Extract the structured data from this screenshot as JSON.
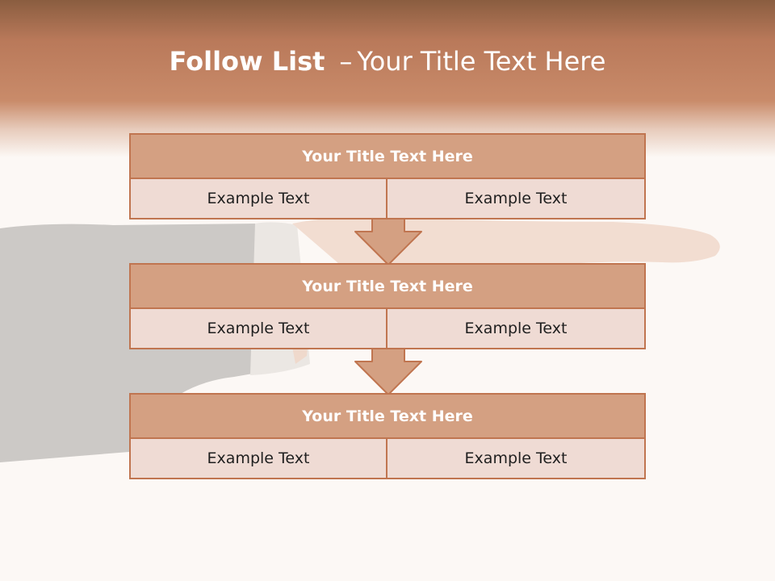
{
  "slide": {
    "title_bold": "Follow List",
    "title_separator": "–",
    "title_rest": "Your Title Text Here"
  },
  "rows": [
    {
      "title": "Your Title Text Here",
      "cells": [
        "Example Text",
        "Example Text"
      ]
    },
    {
      "title": "Your Title Text Here",
      "cells": [
        "Example Text",
        "Example Text"
      ]
    },
    {
      "title": "Your Title Text Here",
      "cells": [
        "Example Text",
        "Example Text"
      ]
    }
  ],
  "colors": {
    "header_band": "#c98b6a",
    "title_box_fill": "#d4a082",
    "cell_fill": "#efdbd4",
    "border": "#c07550",
    "arrow_fill": "#d4a082"
  },
  "background_image": "hand-palm-up-illustration"
}
